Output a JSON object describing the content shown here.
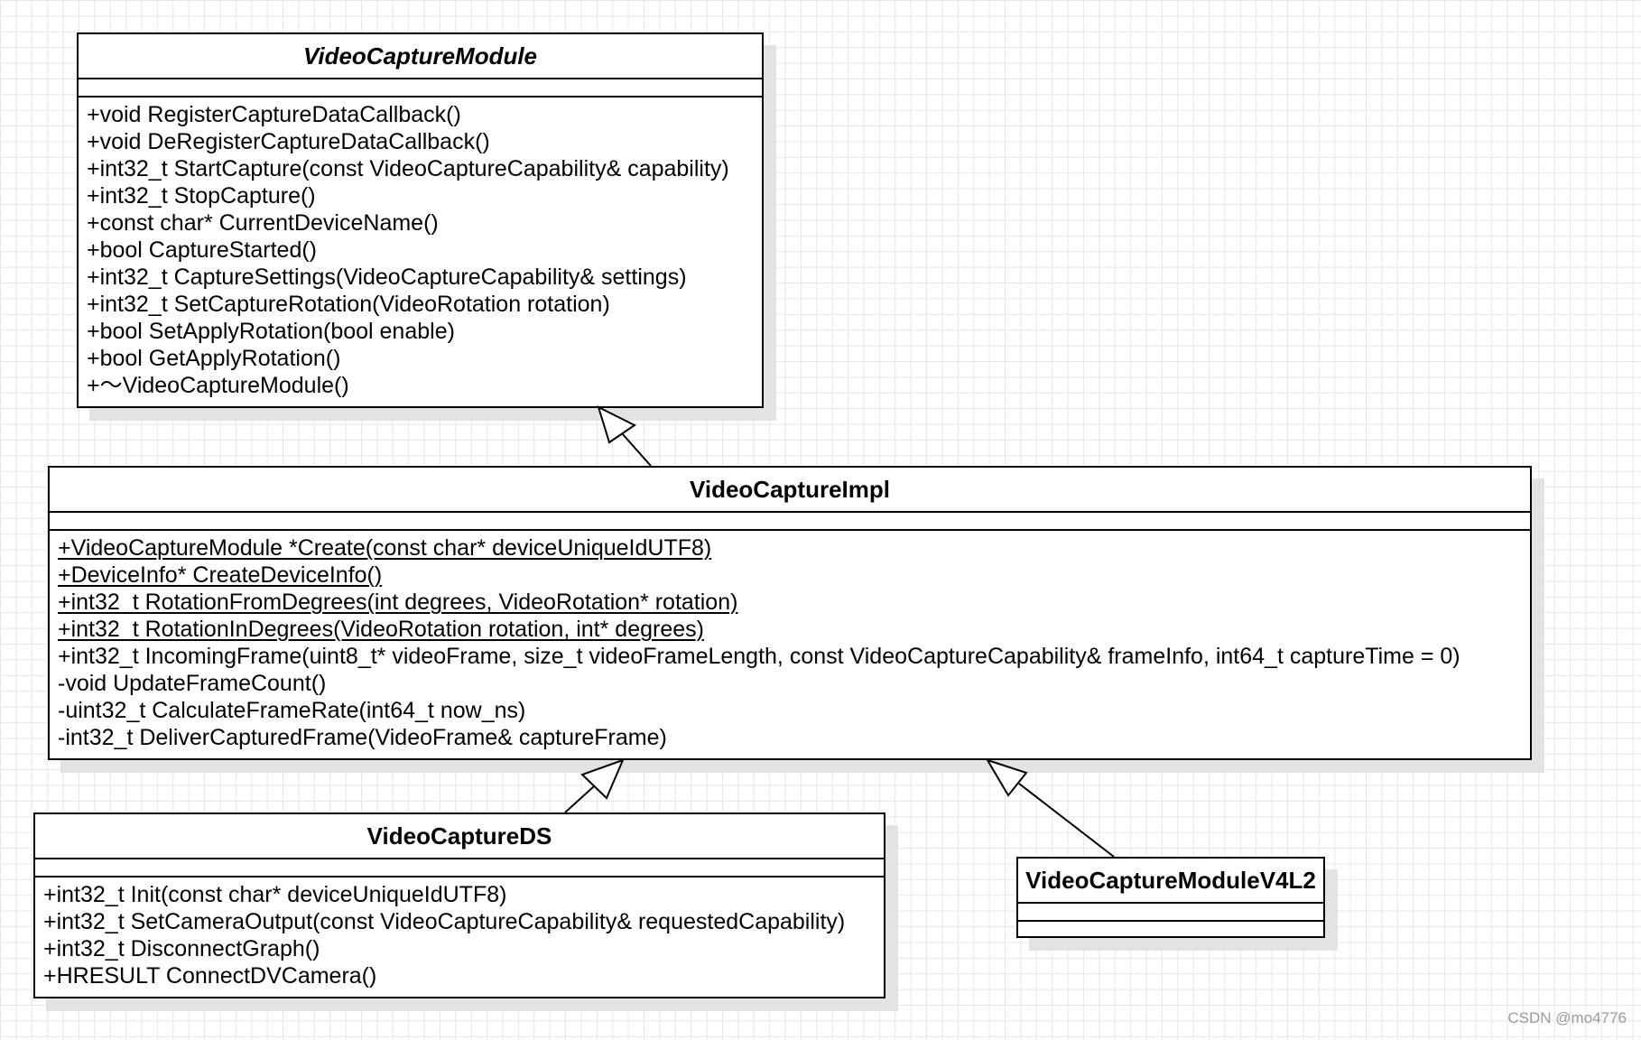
{
  "classes": {
    "video_capture_module": {
      "name": "VideoCaptureModule",
      "operations": [
        "+void RegisterCaptureDataCallback()",
        "+void DeRegisterCaptureDataCallback()",
        "+int32_t StartCapture(const VideoCaptureCapability& capability)",
        "+int32_t StopCapture()",
        "+const char* CurrentDeviceName()",
        "+bool CaptureStarted()",
        "+int32_t CaptureSettings(VideoCaptureCapability& settings)",
        "+int32_t SetCaptureRotation(VideoRotation rotation)",
        "+bool SetApplyRotation(bool enable)",
        "+bool GetApplyRotation()",
        "+～VideoCaptureModule()"
      ]
    },
    "video_capture_impl": {
      "name": "VideoCaptureImpl",
      "operations": [
        "+VideoCaptureModule *Create(const char* deviceUniqueIdUTF8)",
        "+DeviceInfo* CreateDeviceInfo()",
        "+int32_t RotationFromDegrees(int degrees, VideoRotation* rotation)",
        "+int32_t RotationInDegrees(VideoRotation rotation, int* degrees)",
        "+int32_t IncomingFrame(uint8_t* videoFrame, size_t videoFrameLength, const VideoCaptureCapability& frameInfo, int64_t captureTime  = 0)",
        "-void UpdateFrameCount()",
        "-uint32_t CalculateFrameRate(int64_t now_ns)",
        "-int32_t DeliverCapturedFrame(VideoFrame& captureFrame)"
      ]
    },
    "video_capture_ds": {
      "name": "VideoCaptureDS",
      "operations": [
        "+int32_t Init(const char* deviceUniqueIdUTF8)",
        "+int32_t SetCameraOutput(const VideoCaptureCapability& requestedCapability)",
        "+int32_t DisconnectGraph()",
        "+HRESULT ConnectDVCamera()"
      ]
    },
    "video_capture_module_v4l2": {
      "name": "VideoCaptureModuleV4L2",
      "operations": []
    }
  },
  "relations": [
    {
      "type": "generalization",
      "from": "VideoCaptureImpl",
      "to": "VideoCaptureModule"
    },
    {
      "type": "generalization",
      "from": "VideoCaptureDS",
      "to": "VideoCaptureImpl"
    },
    {
      "type": "generalization",
      "from": "VideoCaptureModuleV4L2",
      "to": "VideoCaptureImpl"
    }
  ],
  "colors": {
    "line": "#000000",
    "background": "#ffffff",
    "grid": "#e6e6e6",
    "shadow": "#e3e3e3",
    "watermark": "#9a9a9a"
  },
  "watermark": "CSDN @mo4776"
}
